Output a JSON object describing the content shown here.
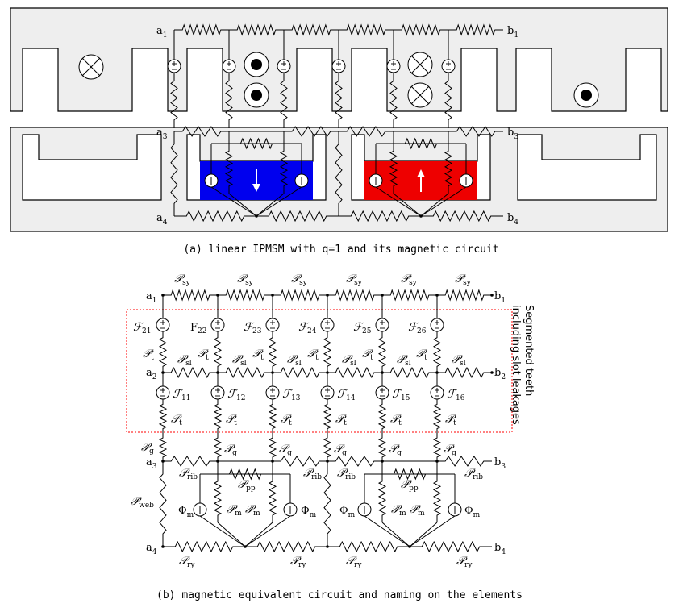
{
  "node_labels": {
    "a1": "a",
    "a1_sub": "1",
    "b1": "b",
    "b1_sub": "1",
    "a2": "a",
    "a2_sub": "2",
    "b2": "b",
    "b2_sub": "2",
    "a3": "a",
    "a3_sub": "3",
    "b3": "b",
    "b3_sub": "3",
    "a4": "a",
    "a4_sub": "4",
    "b4": "b",
    "b4_sub": "4"
  },
  "captions": {
    "a": "(a) linear IPMSM with q=1 and its magnetic circuit",
    "b": "(b) magnetic equivalent circuit and naming on the elements"
  },
  "side_note": [
    "Segmented teeth",
    "including slot leakages"
  ],
  "symbols": {
    "P": "𝒫",
    "F": "ℱ",
    "Phi": "Φ",
    "F22_prefix": "F",
    "sy": "sy",
    "t": "t",
    "sl": "sl",
    "g": "g",
    "rib": "rib",
    "pp": "pp",
    "m": "m",
    "web": "web",
    "ry": "ry",
    "m_italic": "m",
    "F21": "21",
    "F22": "22",
    "F23": "23",
    "F24": "24",
    "F25": "25",
    "F26": "26",
    "F11": "11",
    "F12": "12",
    "F13": "13",
    "F14": "14",
    "F15": "15",
    "F16": "16"
  },
  "magnet_arrows": [
    "down",
    "up"
  ],
  "colors": {
    "core": "#eeeeee",
    "magnet_left": "#0000ee",
    "magnet_right": "#ee0000",
    "border": "#000000",
    "dashed_box": "#ff0000"
  }
}
